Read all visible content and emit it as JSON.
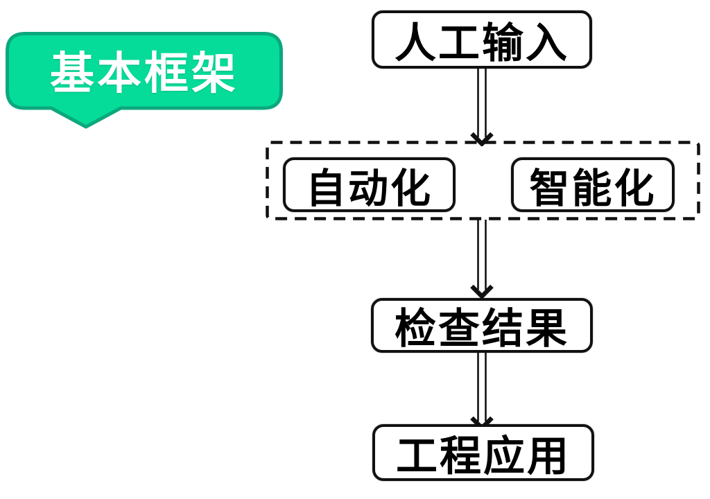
{
  "badge": {
    "label": "基本框架",
    "fill_color": "#05DC9A",
    "border_color": "#0CA87D",
    "text_color": "#FFFFFF"
  },
  "nodes": {
    "input": {
      "label": "人工输入"
    },
    "automation": {
      "label": "自动化"
    },
    "intelligent": {
      "label": "智能化"
    },
    "check": {
      "label": "检查结果"
    },
    "application": {
      "label": "工程应用"
    }
  },
  "edges": [
    {
      "from": "input",
      "to": "process-group"
    },
    {
      "from": "process-group",
      "to": "check"
    },
    {
      "from": "check",
      "to": "application"
    }
  ],
  "colors": {
    "background": "#FFFFFF",
    "node_border": "#111111",
    "node_fill": "#FFFFFF",
    "node_text": "#000000",
    "arrow": "#111111",
    "dashed_border": "#111111"
  }
}
